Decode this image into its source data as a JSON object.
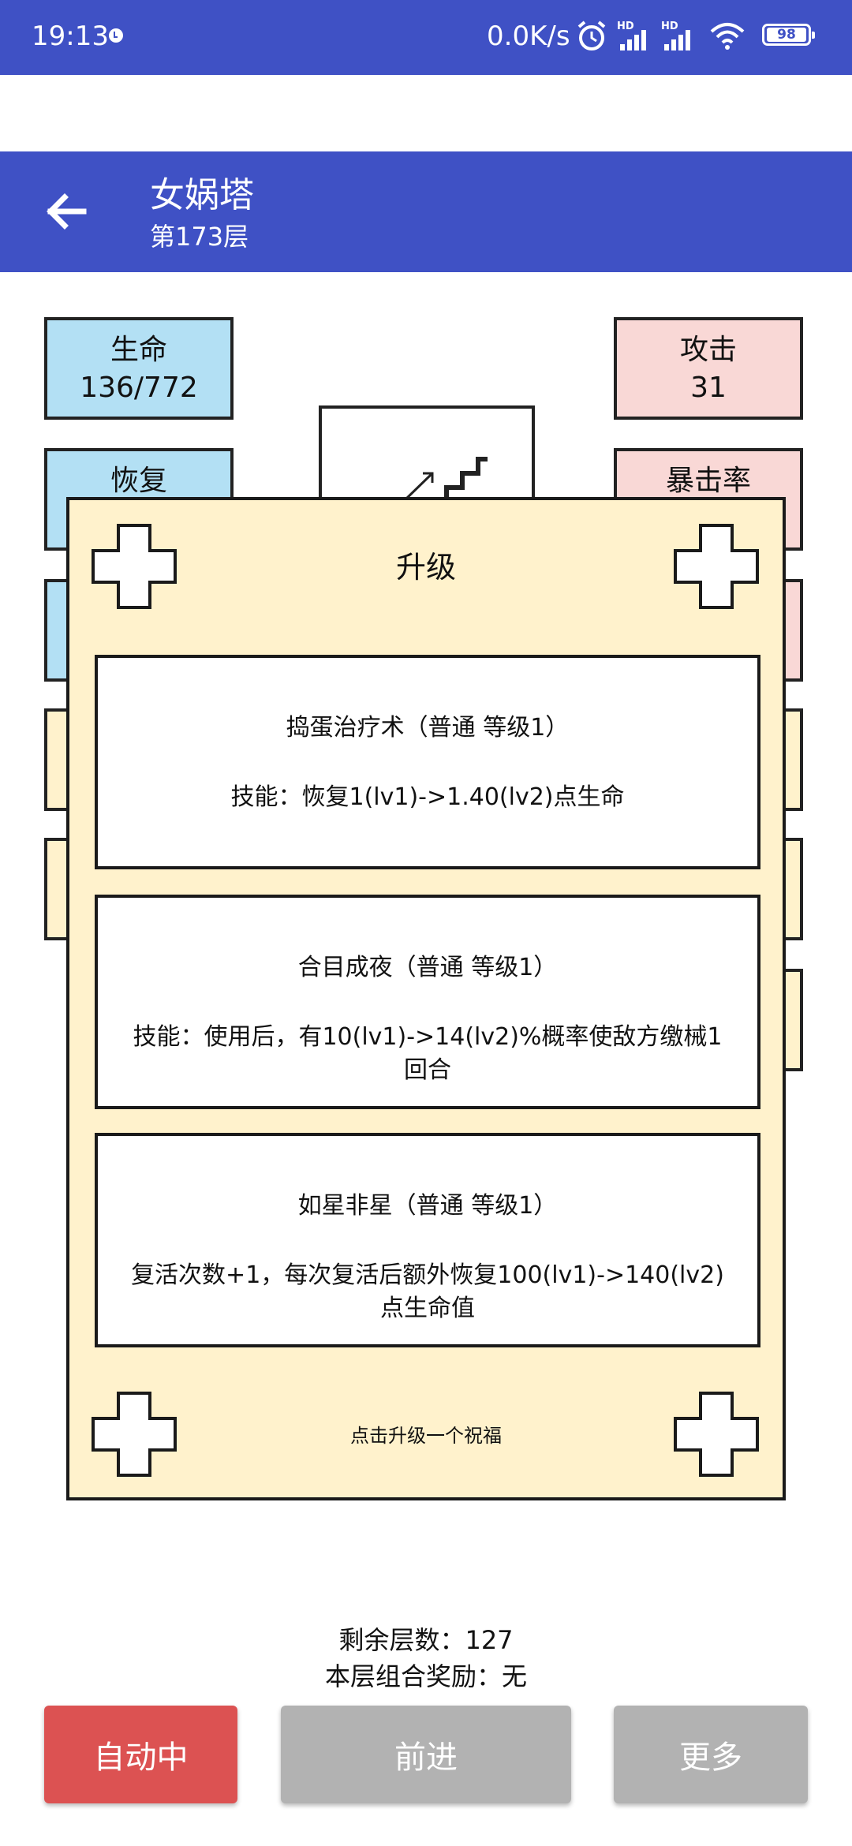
{
  "status": {
    "time": "19:13",
    "net_speed": "0.0K/s",
    "sim_label": "HD",
    "battery": "98"
  },
  "header": {
    "title": "女娲塔",
    "subtitle": "第173层"
  },
  "stats": {
    "hp_label": "生命",
    "hp_value": "136/772",
    "regen_label": "恢复",
    "atk_label": "攻击",
    "atk_value": "31",
    "crit_label": "暴击率"
  },
  "dialog": {
    "title": "升级",
    "hint": "点击升级一个祝福",
    "options": [
      {
        "name": "捣蛋治疗术（普通 等级1）",
        "desc": "技能：恢复1(lv1)->1.40(lv2)点生命"
      },
      {
        "name": "合目成夜（普通 等级1）",
        "desc": "技能：使用后，有10(lv1)->14(lv2)%概率使敌方缴械1回合"
      },
      {
        "name": "如星非星（普通 等级1）",
        "desc": "复活次数+1，每次复活后额外恢复100(lv1)->140(lv2)点生命值"
      }
    ]
  },
  "info": {
    "remaining_floors": "剩余层数：127",
    "combo_reward": "本层组合奖励：无"
  },
  "buttons": {
    "auto": "自动中",
    "advance": "前进",
    "more": "更多"
  },
  "colors": {
    "primary": "#3f51c5",
    "dialog_bg": "#fff2cc",
    "stat_blue": "#b3e0f4",
    "stat_pink": "#f9d8d6",
    "auto_red": "#dc5252",
    "button_gray": "#b2b2b2"
  },
  "icons": {
    "back": "arrow-left-icon",
    "alarm": "alarm-icon",
    "signal": "signal-icon",
    "wifi": "wifi-icon",
    "battery": "battery-icon",
    "stairs": "stairs-icon",
    "corner": "cross-ornament-icon"
  }
}
